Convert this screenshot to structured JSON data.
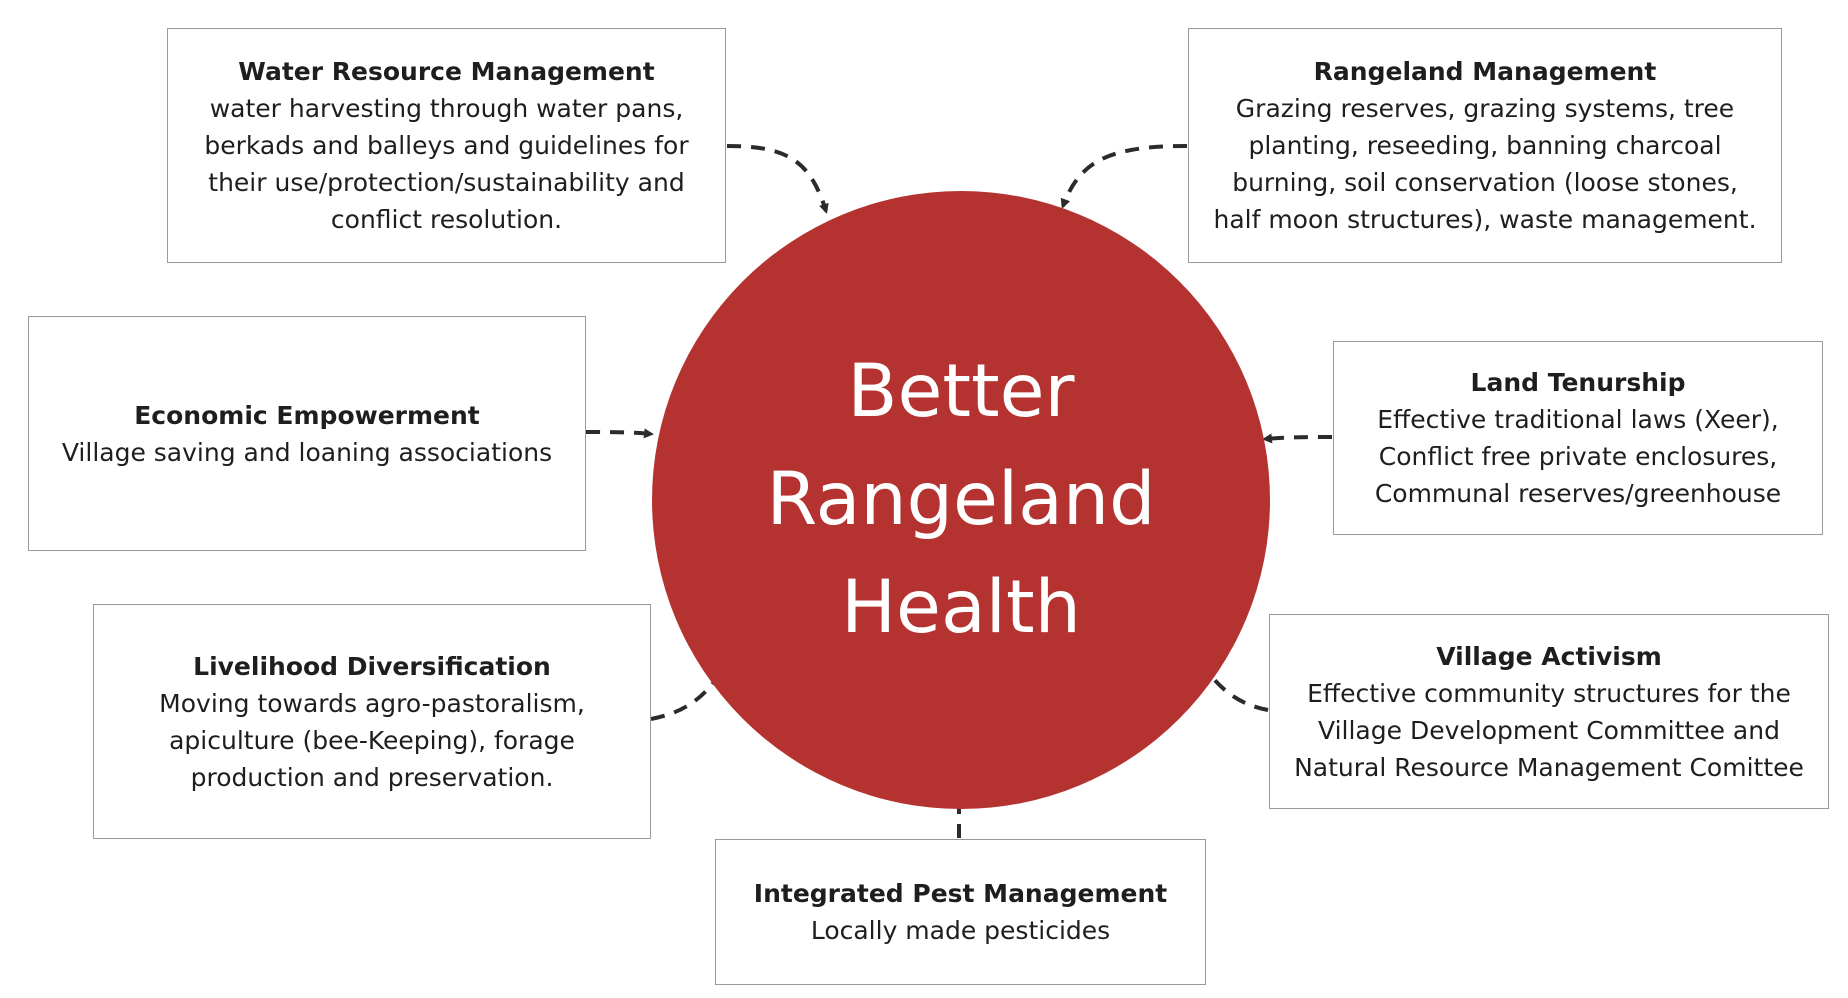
{
  "hub": {
    "label": "Better\nRangeland\nHealth",
    "color": "#b43330"
  },
  "boxes": {
    "water": {
      "title": "Water Resource Management",
      "body": "water harvesting through water pans, berkads and balleys and guidelines for their use/protection/sustainability and conflict resolution."
    },
    "rangeland": {
      "title": "Rangeland Management",
      "body": "Grazing reserves, grazing systems, tree planting, reseeding, banning charcoal burning, soil conservation (loose stones, half moon structures), waste management."
    },
    "economic": {
      "title": "Economic Empowerment",
      "body": "Village saving and loaning associations"
    },
    "land": {
      "title": "Land Tenurship",
      "body": "Effective traditional laws (Xeer), Conflict free private enclosures, Communal reserves/greenhouse"
    },
    "livelihood": {
      "title": "Livelihood Diversification",
      "body": "Moving towards agro-pastoralism, apiculture (bee-Keeping), forage production and preservation."
    },
    "village": {
      "title": "Village Activism",
      "body": "Effective community structures for the Village Development Committee and Natural Resource Management Comittee"
    },
    "pest": {
      "title": "Integrated Pest Management",
      "body": "Locally made pesticides"
    }
  }
}
